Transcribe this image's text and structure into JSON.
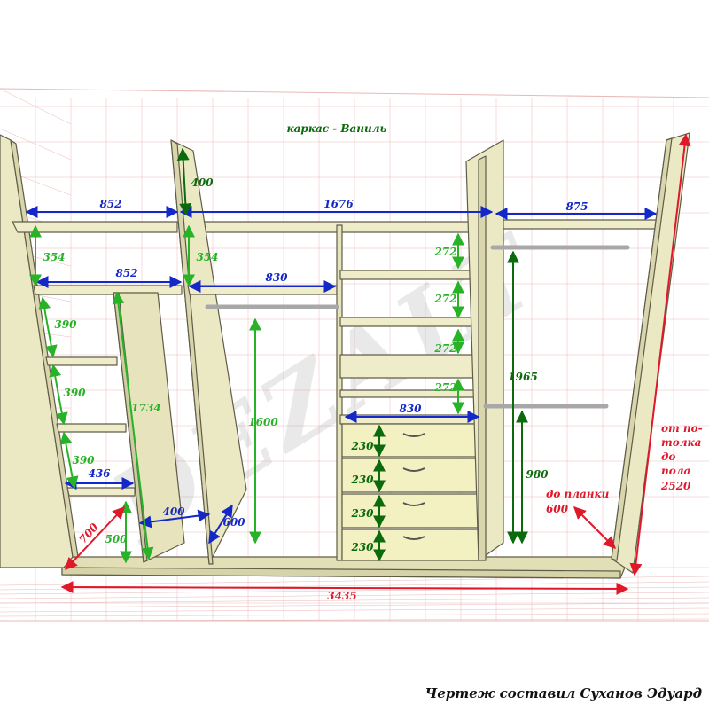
{
  "title": "каркас - Ваниль",
  "watermark": "DEZALT",
  "footer": "Чертеж составил Суханов Эдуард",
  "colors": {
    "panel": "#ebe8c4",
    "panel_edge": "#5f5d48",
    "drawer": "#f3f0c2",
    "grid": "#e9b8b8",
    "dim_blue": "#1427c8",
    "dim_green": "#28b228",
    "dim_dark_green": "#0b6a0b",
    "dim_red": "#e0182a"
  },
  "dimensions": {
    "d852_top": "852",
    "d1676": "1676",
    "d875": "875",
    "d852_mid": "852",
    "d830_mid": "830",
    "d830_drawers": "830",
    "d436": "436",
    "d400_base": "400",
    "d600_base": "600",
    "d400_top": "400",
    "d354_left": "354",
    "d354_mid": "354",
    "d390_a": "390",
    "d390_b": "390",
    "d390_c": "390",
    "d1734": "1734",
    "d500": "500",
    "d1600": "1600",
    "d272_a": "272",
    "d272_b": "272",
    "d272_c": "272",
    "d272_d": "272",
    "d230_a": "230",
    "d230_b": "230",
    "d230_c": "230",
    "d230_d": "230",
    "d1965": "1965",
    "d980": "980",
    "d700": "700",
    "d3435": "3435",
    "to_rail_line1": "до планки",
    "to_rail_line2": "600",
    "ceiling_line1": "от по-",
    "ceiling_line2": "толка",
    "ceiling_line3": "до",
    "ceiling_line4": "пола",
    "ceiling_line5": "2520"
  }
}
